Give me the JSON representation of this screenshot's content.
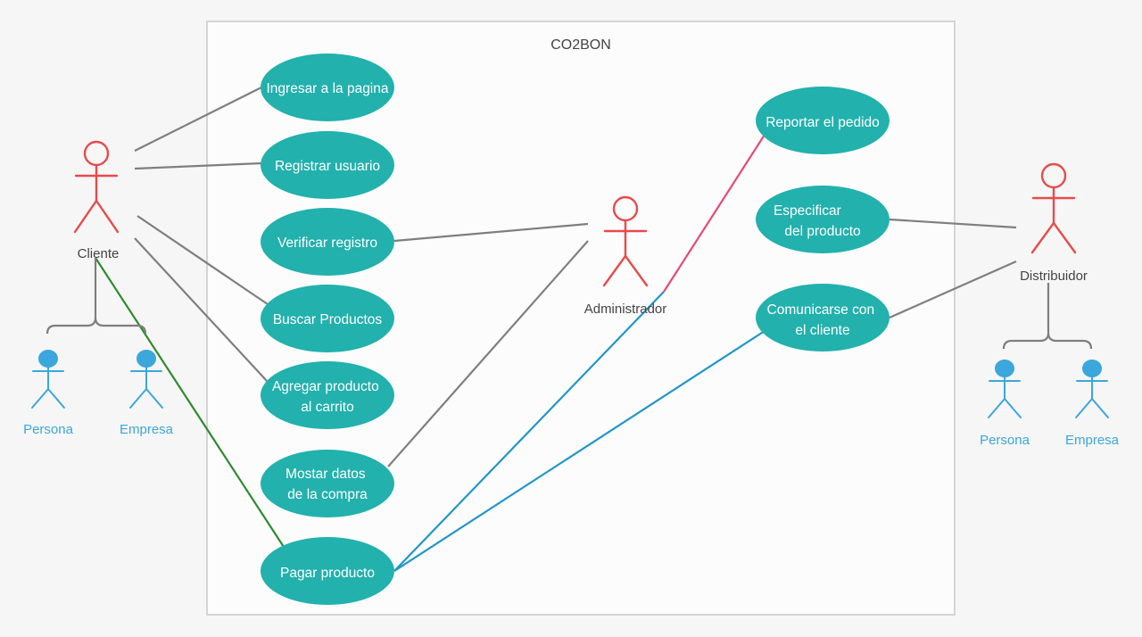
{
  "system": {
    "title": "CO2BON"
  },
  "colors": {
    "background": "#f6f6f6",
    "system_fill": "#fcfcfc",
    "system_border": "#d4d4d4",
    "usecase_fill": "#22b1ad",
    "usecase_text": "#ffffff",
    "actor_main": "#e84b4b",
    "actor_sub": "#3ba7dc",
    "line_gray": "#7f7f7f",
    "line_green": "#2f8a2f",
    "line_blue": "#2196c8",
    "line_pink": "#e84a74"
  },
  "actors": {
    "cliente": "Cliente",
    "administrador": "Administrador",
    "distribuidor": "Distribuidor",
    "cliente_persona": "Persona",
    "cliente_empresa": "Empresa",
    "distribuidor_persona": "Persona",
    "distribuidor_empresa": "Empresa"
  },
  "use_cases": {
    "ingresar": [
      "Ingresar a la pagina"
    ],
    "registrar": [
      "Registrar usuario"
    ],
    "verificar": [
      "Verificar registro"
    ],
    "buscar": [
      "Buscar Productos"
    ],
    "agregar": [
      "Agregar producto",
      "al carrito"
    ],
    "mostrar": [
      "Mostar datos",
      "de la compra"
    ],
    "pagar": [
      "Pagar producto"
    ],
    "reportar": [
      "Reportar el pedido"
    ],
    "especificar": [
      "Especificar",
      "del producto"
    ],
    "comunicarse": [
      "Comunicarse con",
      "el cliente"
    ]
  }
}
